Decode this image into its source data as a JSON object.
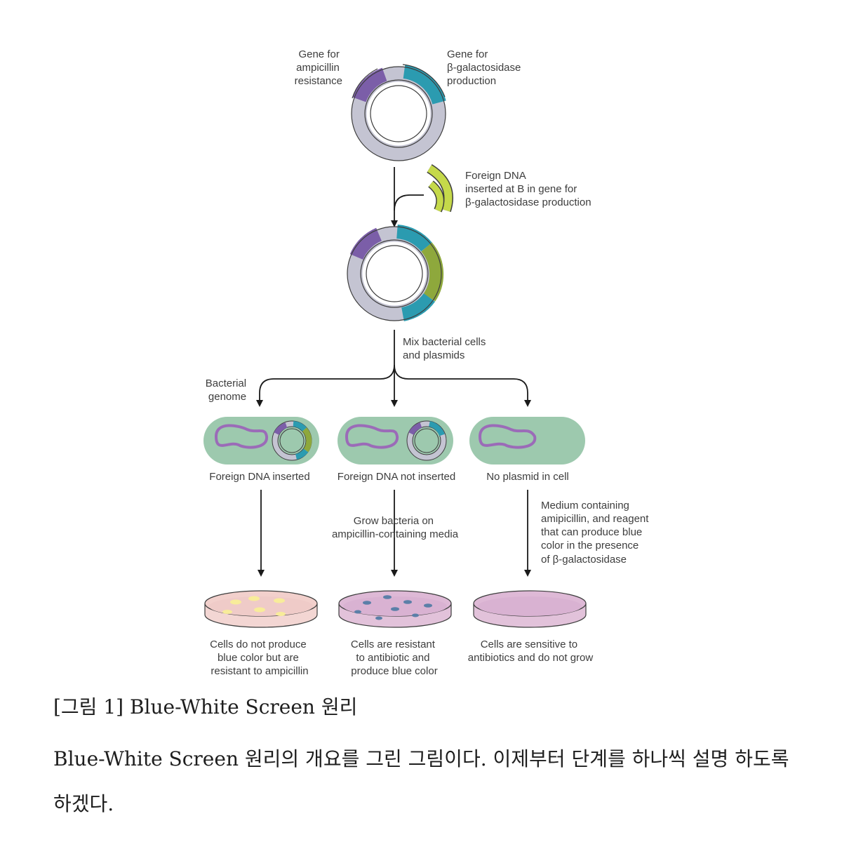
{
  "diagram": {
    "top_plasmid": {
      "amp_label": [
        "Gene for",
        "ampicillin",
        "resistance"
      ],
      "lacz_label": [
        "Gene for",
        "β-galactosidase",
        "production"
      ]
    },
    "foreign_dna_label": [
      "Foreign DNA",
      "inserted at B in gene for",
      "β-galactosidase production"
    ],
    "mix_label": [
      "Mix bacterial cells",
      "and plasmids"
    ],
    "genome_label": [
      "Bacterial",
      "genome"
    ],
    "cells": [
      {
        "label": "Foreign DNA inserted"
      },
      {
        "label": "Foreign DNA not inserted"
      },
      {
        "label": "No plasmid in cell"
      }
    ],
    "grow_label": [
      "Grow bacteria on",
      "ampicillin-containing media"
    ],
    "medium_label": [
      "Medium containing",
      "amipicillin, and reagent",
      "that can produce blue",
      "color in the presence",
      "of β-galactosidase"
    ],
    "results": [
      [
        "Cells do not produce",
        "blue color but are",
        "resistant to ampicillin"
      ],
      [
        "Cells are resistant",
        "to antibiotic and",
        "produce blue color"
      ],
      [
        "Cells are sensitive to",
        "antibiotics and do not grow"
      ]
    ],
    "colors": {
      "purple": "#7b5ea8",
      "teal": "#2b9bb0",
      "lime": "#c5d94a",
      "olive": "#8ea83c",
      "ring_gray": "#c4c4d2",
      "cell_green": "#9dc9ae",
      "genome_purple": "#9b6bb8"
    }
  },
  "caption": "[그림 1] Blue-White Screen 원리",
  "paragraph": "Blue-White Screen 원리의 개요를 그린 그림이다. 이제부터 단계를 하나씩 설명 하도록 하겠다."
}
